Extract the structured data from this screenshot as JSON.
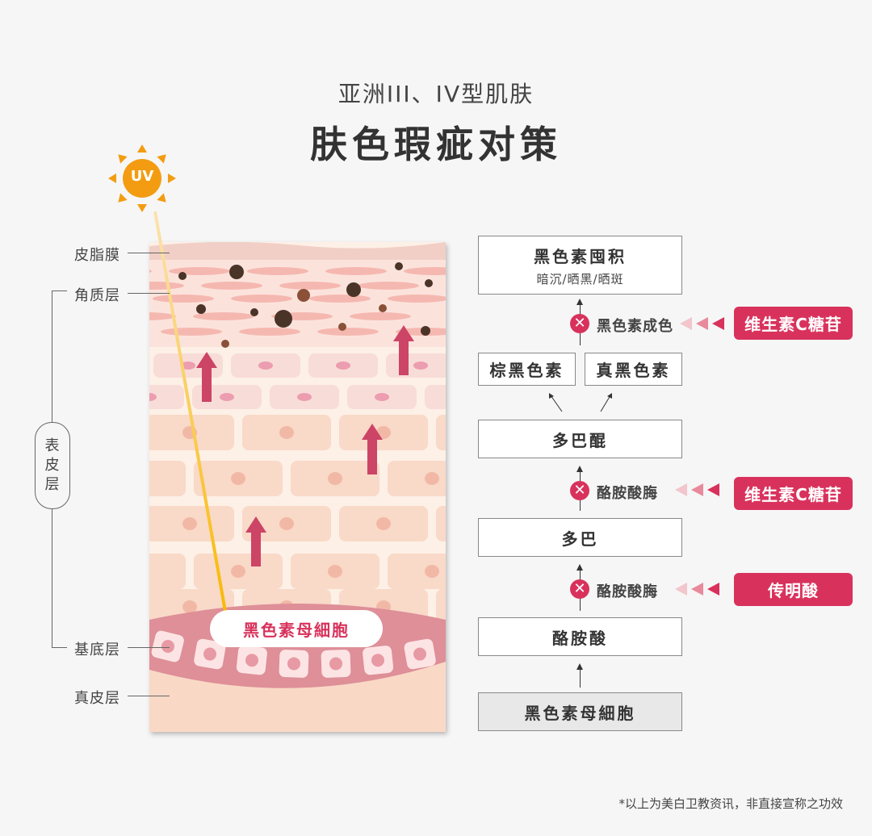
{
  "title": {
    "line1": "亚洲III、IV型肌肤",
    "line2": "肤色瑕疵对策"
  },
  "uv": {
    "label": "UV"
  },
  "layers": {
    "sebum": "皮脂膜",
    "horny": "角质层",
    "epidermis": "表\n皮\n层",
    "basal": "基底层",
    "dermis": "真皮层"
  },
  "cell_label": "黑色素母細胞",
  "flow": {
    "top": {
      "title": "黑色素囤积",
      "subtitle": "暗沉/晒黑/晒斑"
    },
    "pheo": "棕黑色素",
    "eu": "真黑色素",
    "dopaquinone": "多巴醌",
    "dopa": "多巴",
    "tyrosine": "酪胺酸",
    "melanocyte": "黑色素母細胞",
    "inhibits": [
      {
        "step": "黑色素成色",
        "agent": "维生素C糖苷"
      },
      {
        "step": "酪胺酸脢",
        "agent": "维生素C糖苷"
      },
      {
        "step": "酪胺酸脢",
        "agent": "传明酸"
      }
    ]
  },
  "note": "*以上为美白卫教资讯，非直接宣称之功效",
  "colors": {
    "accent": "#d8325c",
    "uv": "#f5a623",
    "arrow": "#cc4466"
  }
}
